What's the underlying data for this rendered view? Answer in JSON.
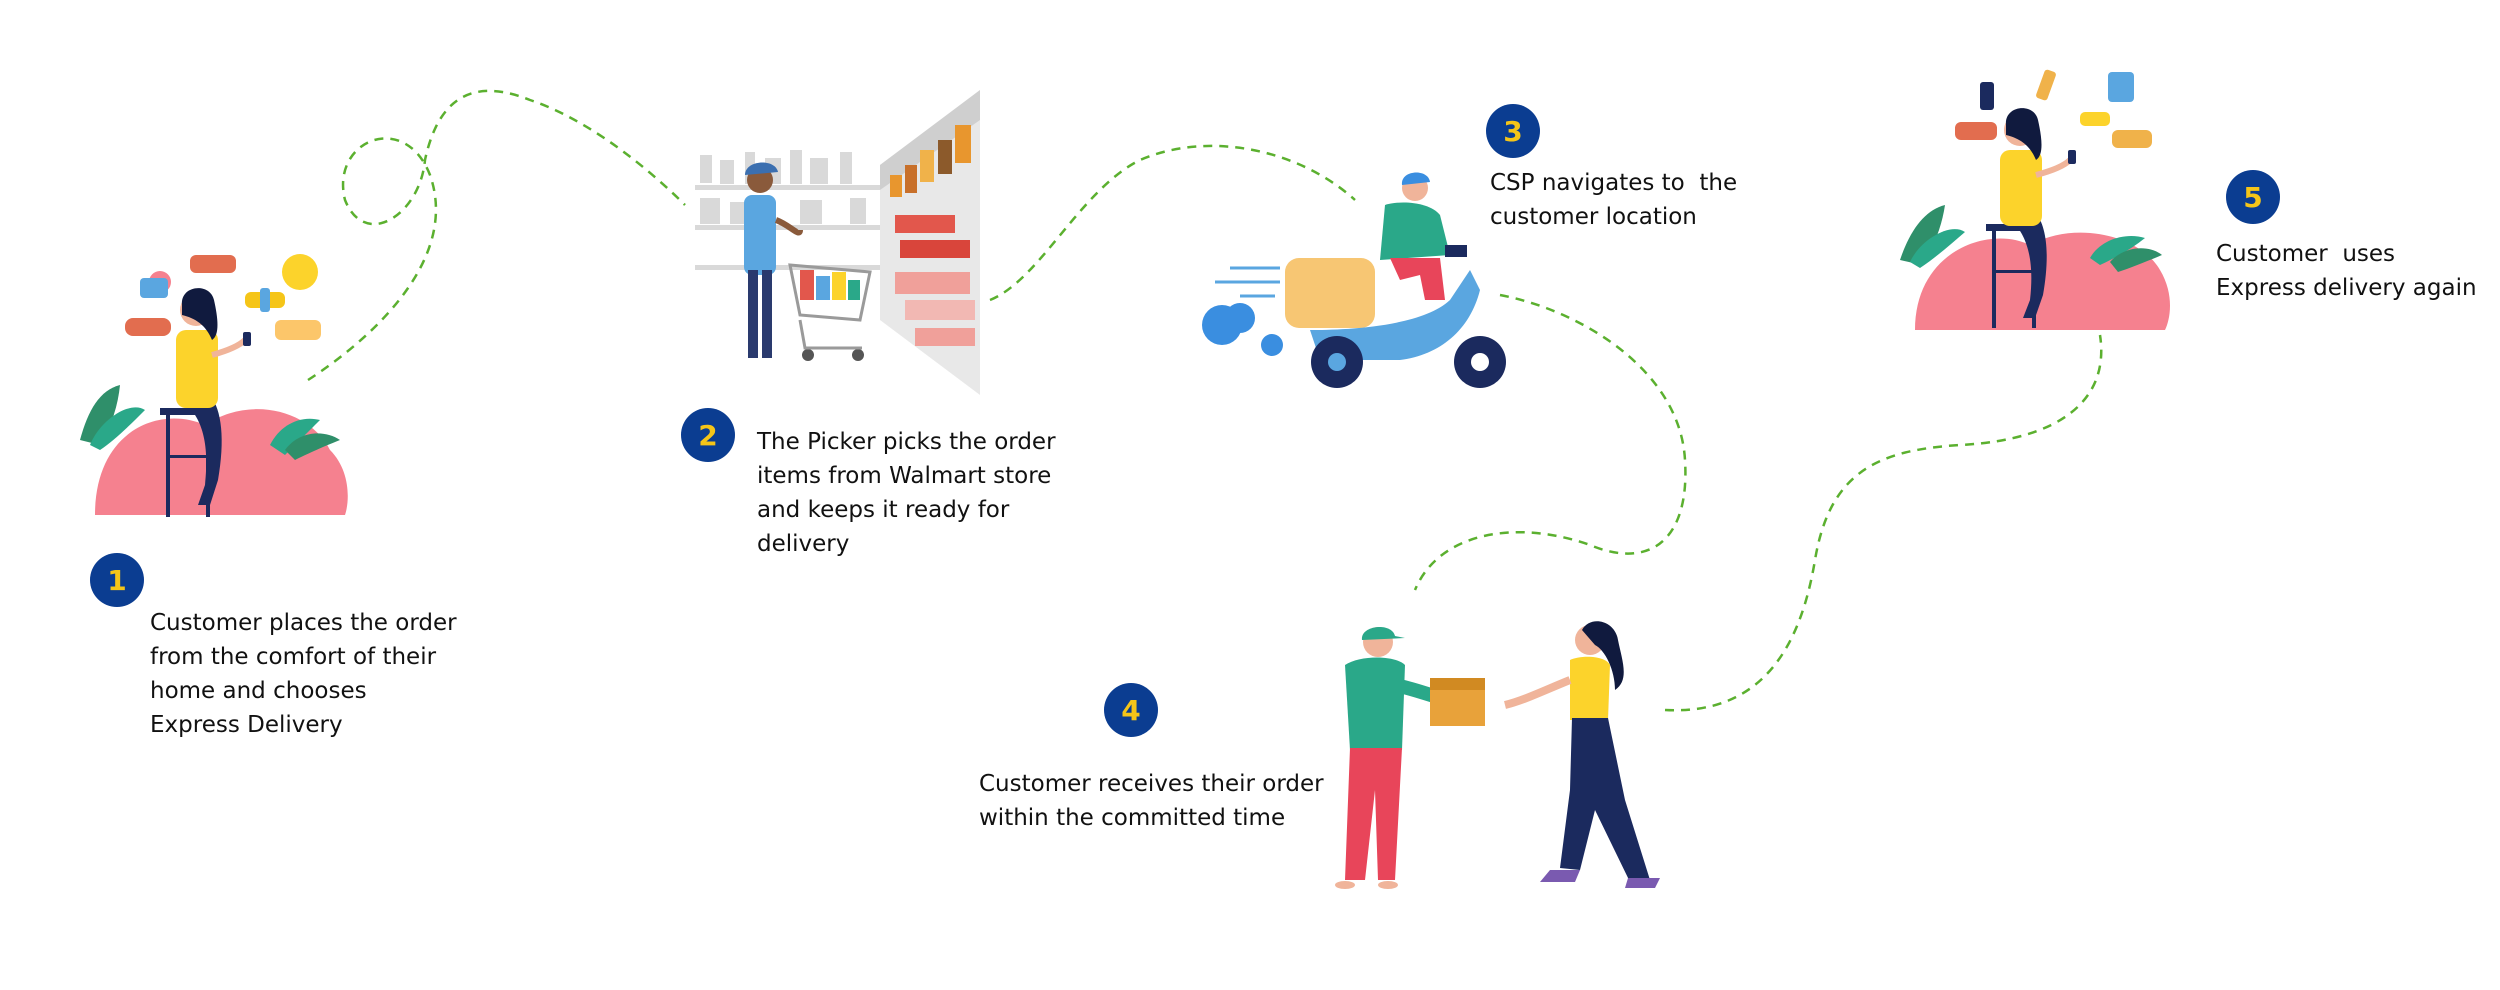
{
  "steps": [
    {
      "number": "1",
      "lines": [
        "Customer places the order",
        "from the comfort of their",
        "home and chooses",
        "Express Delivery"
      ]
    },
    {
      "number": "2",
      "lines": [
        "The Picker picks the order",
        "items from Walmart store",
        "and keeps it ready for",
        "delivery"
      ]
    },
    {
      "number": "3",
      "lines": [
        "CSP navigates to  the",
        "customer location"
      ]
    },
    {
      "number": "4",
      "lines": [
        "Customer receives their order",
        "within the committed time"
      ]
    },
    {
      "number": "5",
      "lines": [
        "Customer  uses",
        "Express delivery again"
      ]
    }
  ],
  "colors": {
    "badge": "#0b3d91",
    "badge_number": "#f5c518",
    "path": "#5bb02f",
    "accent_yellow": "#fcd32b",
    "accent_pink": "#f5818f",
    "accent_green": "#2aa889",
    "plant_green": "#2f8f6a",
    "navy": "#1b2a5e",
    "vehicle_blue": "#5aa6e0"
  },
  "icons": {
    "step1": "woman-ordering-on-phone-icon",
    "step2": "picker-with-cart-icon",
    "step3": "delivery-scooter-icon",
    "step4": "package-handover-icon",
    "step5": "woman-reordering-icon"
  }
}
